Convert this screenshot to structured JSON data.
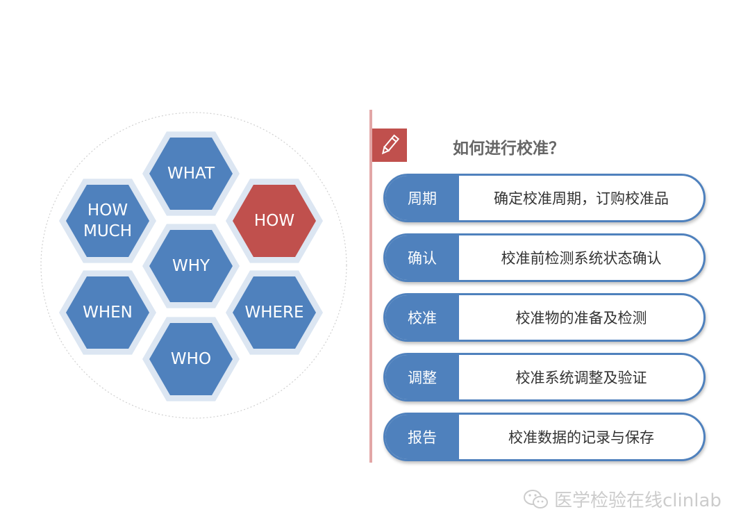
{
  "hexagons": [
    {
      "id": "what",
      "label": "WHAT",
      "fill": "#4f81bd"
    },
    {
      "id": "how-much",
      "label": "HOW\nMUCH",
      "fill": "#4f81bd"
    },
    {
      "id": "how",
      "label": "HOW",
      "fill": "#c0504d"
    },
    {
      "id": "why",
      "label": "WHY",
      "fill": "#4f81bd"
    },
    {
      "id": "when",
      "label": "WHEN",
      "fill": "#4f81bd"
    },
    {
      "id": "where",
      "label": "WHERE",
      "fill": "#4f81bd"
    },
    {
      "id": "who",
      "label": "WHO",
      "fill": "#4f81bd"
    }
  ],
  "panel": {
    "title": "如何进行校准？",
    "icon": "pencil-icon",
    "steps": [
      {
        "tag": "周期",
        "desc": "确定校准周期，订购校准品"
      },
      {
        "tag": "确认",
        "desc": "校准前检测系统状态确认"
      },
      {
        "tag": "校准",
        "desc": "校准物的准备及检测"
      },
      {
        "tag": "调整",
        "desc": "校准系统调整及验证"
      },
      {
        "tag": "报告",
        "desc": "校准数据的记录与保存"
      }
    ]
  },
  "watermark": {
    "icon": "wechat-icon",
    "text": "医学检验在线clinlab"
  },
  "colors": {
    "blue": "#4f81bd",
    "red": "#c0504d",
    "halo": "#dce6f2",
    "divider": "#e2a6a6"
  }
}
